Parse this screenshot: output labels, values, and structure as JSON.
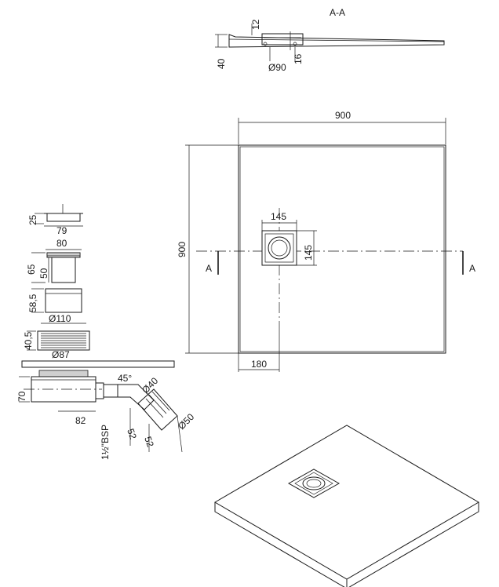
{
  "colors": {
    "ink": "#1a1a1a",
    "background": "#ffffff",
    "fill": "#cfcfcf"
  },
  "section": {
    "title": "A-A",
    "height": "40",
    "rim": "12",
    "drain": "Ø90",
    "depth": "16"
  },
  "plan": {
    "width": "900",
    "depth": "900",
    "drain_width": "145",
    "drain_depth": "145",
    "offset": "180",
    "cut_left": "A",
    "cut_right": "A"
  },
  "siphon": {
    "cap_height": "25",
    "cap_width": "79",
    "body_width": "80",
    "body_height": "65",
    "body_inner": "50",
    "sleeve_height": "58,5",
    "flange_dia": "Ø110",
    "nut_height": "40,5",
    "nut_dia": "Ø87",
    "trap_height": "70",
    "trap_length": "82",
    "angle": "45°",
    "outlet_dia": "Ø40",
    "pipe_dia": "Ø50",
    "pipe_len_1": "52",
    "pipe_len_2": "52",
    "thread": "1½\"BSP"
  }
}
